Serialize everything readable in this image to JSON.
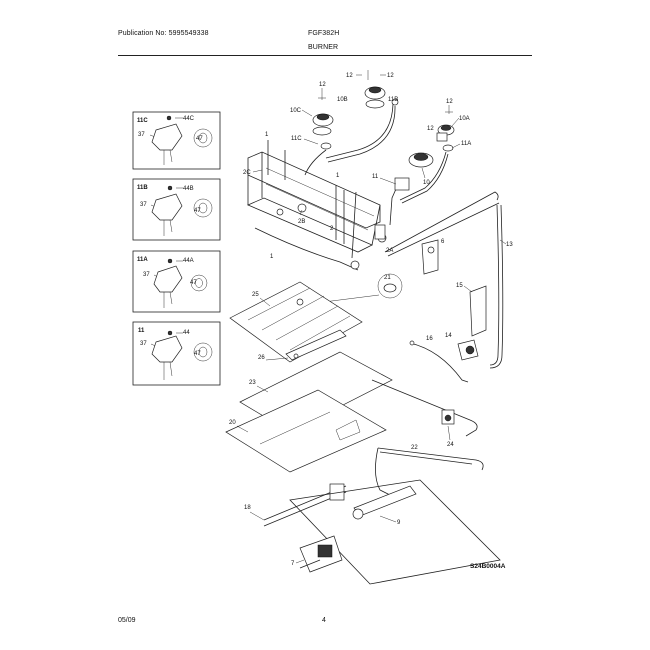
{
  "header": {
    "publication": "Publication No: 5995549338",
    "model": "FGF382H",
    "section": "BURNER"
  },
  "footer": {
    "date": "05/09",
    "page": "4",
    "ref_code": "S24B0004A"
  },
  "inset_boxes": [
    {
      "title": "11C",
      "labels": [
        "44C",
        "37",
        "47"
      ]
    },
    {
      "title": "11B",
      "labels": [
        "44B",
        "37",
        "47"
      ]
    },
    {
      "title": "11A",
      "labels": [
        "44A",
        "37",
        "47"
      ]
    },
    {
      "title": "11",
      "labels": [
        "44",
        "37",
        "47"
      ]
    }
  ],
  "callouts": {
    "c12a": "12",
    "c12b": "12",
    "c12c": "12",
    "c12d": "12",
    "c12e": "12",
    "c10b": "10B",
    "c11b": "11B",
    "c10c": "10C",
    "c11c": "11C",
    "c10a": "10A",
    "c11a": "11A",
    "c10": "10",
    "c11": "11",
    "c2c": "2C",
    "c2b": "2B",
    "c2a": "2A",
    "c2": "2",
    "c1a": "1",
    "c1b": "1",
    "c1c": "1",
    "c6": "6",
    "c13": "13",
    "c15": "15",
    "c14": "14",
    "c16": "16",
    "c21": "21",
    "c25": "25",
    "c26": "26",
    "c23": "23",
    "c20": "20",
    "c22": "22",
    "c24": "24",
    "c18": "18",
    "c9": "9",
    "c7": "7"
  }
}
